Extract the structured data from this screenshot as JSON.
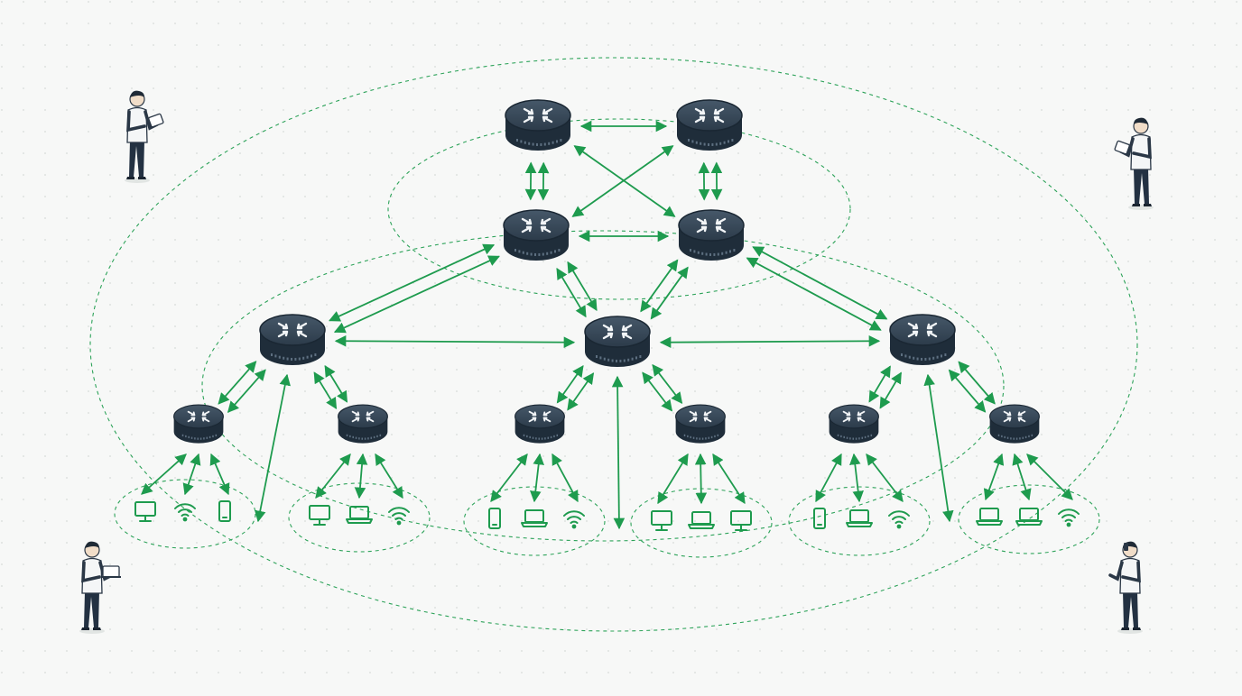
{
  "colors": {
    "background": "#f7f8f7",
    "link": "#1e9b4e",
    "zone": "#2ea35a",
    "router_body": "#1f2d3a",
    "router_top": "#3a4a59",
    "device": "#1e9b4e",
    "person_shirt": "#f4f6f7",
    "person_pants": "#233142"
  },
  "diagram": {
    "title": "",
    "routers": [
      {
        "id": "core-1",
        "tier": "core"
      },
      {
        "id": "core-2",
        "tier": "core"
      },
      {
        "id": "core-3",
        "tier": "core"
      },
      {
        "id": "core-4",
        "tier": "core"
      },
      {
        "id": "dist-left",
        "tier": "distribution"
      },
      {
        "id": "dist-center",
        "tier": "distribution"
      },
      {
        "id": "dist-right",
        "tier": "distribution"
      },
      {
        "id": "access-1",
        "tier": "access"
      },
      {
        "id": "access-2",
        "tier": "access"
      },
      {
        "id": "access-3",
        "tier": "access"
      },
      {
        "id": "access-4",
        "tier": "access"
      },
      {
        "id": "access-5",
        "tier": "access"
      },
      {
        "id": "access-6",
        "tier": "access"
      }
    ],
    "links": [
      {
        "from": "core-1",
        "to": "core-2",
        "double": false
      },
      {
        "from": "core-1",
        "to": "core-3",
        "double": true
      },
      {
        "from": "core-2",
        "to": "core-4",
        "double": true
      },
      {
        "from": "core-1",
        "to": "core-4",
        "double": false
      },
      {
        "from": "core-2",
        "to": "core-3",
        "double": false
      },
      {
        "from": "core-3",
        "to": "core-4",
        "double": false
      },
      {
        "from": "core-3",
        "to": "dist-left",
        "double": true
      },
      {
        "from": "core-3",
        "to": "dist-center",
        "double": true
      },
      {
        "from": "core-4",
        "to": "dist-center",
        "double": true
      },
      {
        "from": "core-4",
        "to": "dist-right",
        "double": true
      },
      {
        "from": "dist-left",
        "to": "dist-center",
        "double": false
      },
      {
        "from": "dist-center",
        "to": "dist-right",
        "double": false
      },
      {
        "from": "dist-left",
        "to": "access-1",
        "double": true
      },
      {
        "from": "dist-left",
        "to": "access-2",
        "double": true
      },
      {
        "from": "dist-center",
        "to": "access-3",
        "double": true
      },
      {
        "from": "dist-center",
        "to": "access-4",
        "double": true
      },
      {
        "from": "dist-right",
        "to": "access-5",
        "double": true
      },
      {
        "from": "dist-right",
        "to": "access-6",
        "double": true
      }
    ],
    "device_groups": [
      {
        "router": "access-1",
        "devices": [
          "monitor-icon",
          "wifi-icon",
          "phone-icon"
        ]
      },
      {
        "router": "access-2",
        "devices": [
          "monitor-icon",
          "laptop-icon",
          "wifi-icon"
        ]
      },
      {
        "router": "access-3",
        "devices": [
          "phone-icon",
          "laptop-icon",
          "wifi-icon"
        ]
      },
      {
        "router": "access-4",
        "devices": [
          "monitor-icon",
          "laptop-icon",
          "monitor-icon"
        ]
      },
      {
        "router": "access-5",
        "devices": [
          "phone-icon",
          "laptop-icon",
          "wifi-icon"
        ]
      },
      {
        "router": "access-6",
        "devices": [
          "laptop-icon",
          "laptop-icon",
          "wifi-icon"
        ]
      }
    ],
    "people": [
      {
        "id": "person-top-left",
        "holding": "tablet"
      },
      {
        "id": "person-top-right",
        "holding": "tablet"
      },
      {
        "id": "person-bottom-left",
        "holding": "laptop"
      },
      {
        "id": "person-bottom-right",
        "holding": "phone"
      }
    ]
  }
}
